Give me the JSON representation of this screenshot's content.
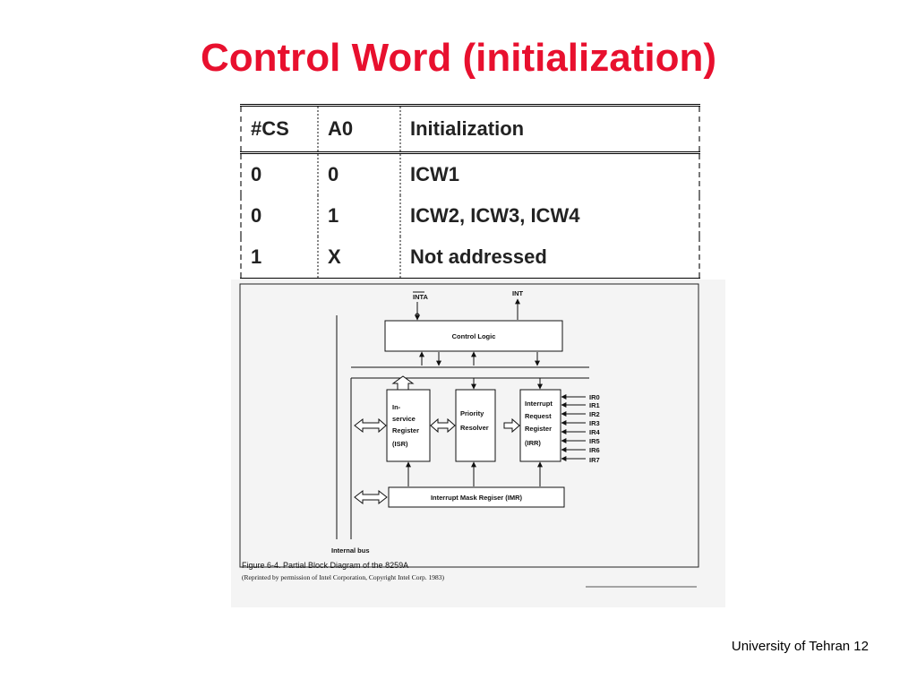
{
  "slide": {
    "title": "Control Word (initialization)",
    "title_color": "#e8102e",
    "footer": "University of Tehran 12"
  },
  "table": {
    "headers": [
      "#CS",
      "A0",
      "Initialization"
    ],
    "rows": [
      [
        "0",
        "0",
        "ICW1"
      ],
      [
        "0",
        "1",
        "ICW2, ICW3, ICW4"
      ],
      [
        "1",
        "X",
        "Not addressed"
      ]
    ]
  },
  "diagram": {
    "inta_label": "INTA",
    "int_label": "INT",
    "control_logic": "Control Logic",
    "isr_lines": [
      "In-",
      "service",
      "Register",
      "(ISR)"
    ],
    "priority_lines": [
      "Priority",
      "Resolver"
    ],
    "irr_lines": [
      "Interrupt",
      "Request",
      "Register",
      "(IRR)"
    ],
    "imr": "Interrupt Mask Regiser (IMR)",
    "ir_inputs": [
      "IR0",
      "IR1",
      "IR2",
      "IR3",
      "IR4",
      "IR5",
      "IR6",
      "IR7"
    ],
    "internal_bus": "Internal bus",
    "caption": "Figure 6-4. Partial Block Diagram of the 8259A",
    "caption_sub": "(Reprinted by permission of Intel Corporation, Copyright Intel Corp. 1983)"
  }
}
